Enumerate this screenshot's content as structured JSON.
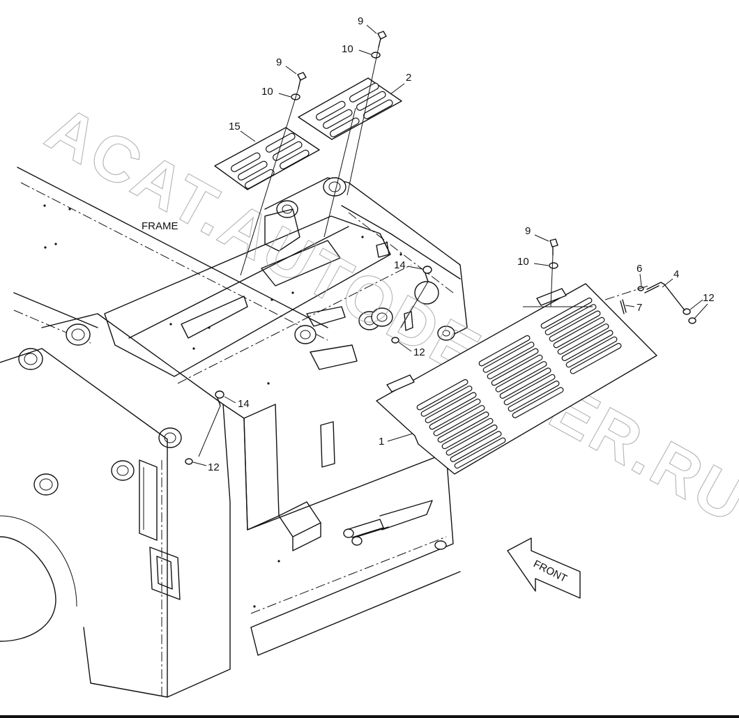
{
  "frame_label": "FRAME",
  "front_label": "FRONT",
  "watermark": "ACAT.AUTODEALER.RU",
  "callouts": {
    "c9a": "9",
    "c10a": "10",
    "c2": "2",
    "c9b": "9",
    "c10b": "10",
    "c15": "15",
    "c9c": "9",
    "c10c": "10",
    "c6": "6",
    "c4": "4",
    "c12a": "12",
    "c7": "7",
    "c14a": "14",
    "c12b": "12",
    "c1": "1",
    "c14b": "14",
    "c12c": "12"
  }
}
